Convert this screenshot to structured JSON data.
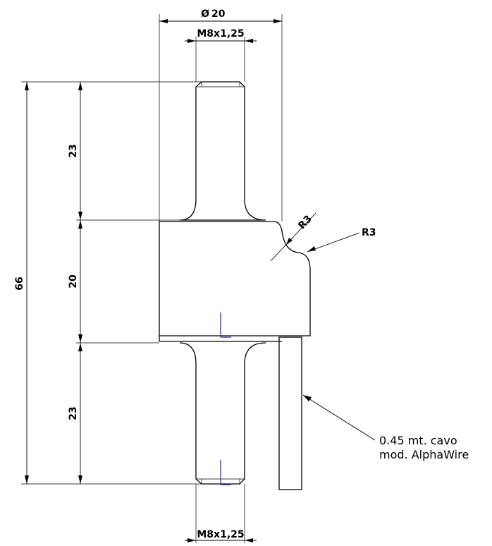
{
  "drawing": {
    "dim_overall_diameter": "20",
    "diameter_symbol": "Ø",
    "dim_thread_top": "M8x1,25",
    "dim_thread_bottom": "M8x1,25",
    "dim_total_length": "66",
    "dim_upper_stud": "23",
    "dim_body": "20",
    "dim_lower_stud": "23",
    "radius_inner": "R3",
    "radius_outer": "R3",
    "cable_note_line1": "0.45 mt. cavo",
    "cable_note_line2": "mod. AlphaWire"
  }
}
